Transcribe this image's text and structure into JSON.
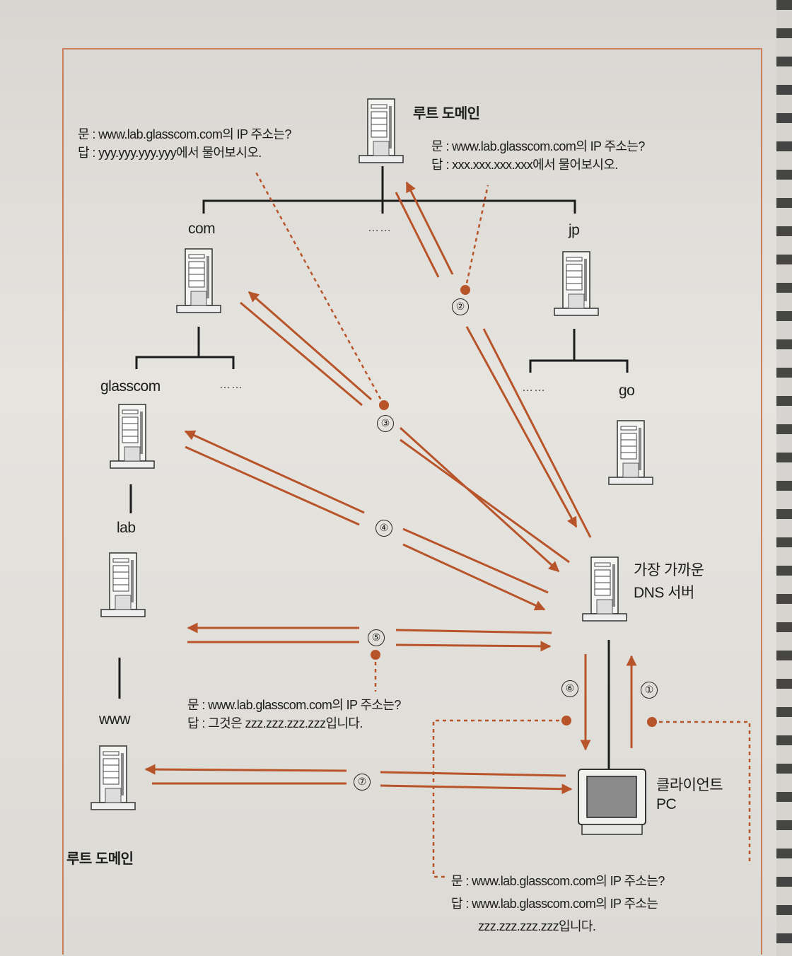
{
  "root_top": {
    "label": "루트 도메인"
  },
  "root_bottom": {
    "label": "루트 도메인"
  },
  "nodes": {
    "com": "com",
    "jp": "jp",
    "glasscom": "glasscom",
    "go": "go",
    "lab": "lab",
    "www": "www",
    "nearest_dns": [
      "가장 가까운",
      "DNS 서버"
    ],
    "client_pc": [
      "클라이언트",
      "PC"
    ],
    "ellipsis": "……"
  },
  "steps": [
    "①",
    "②",
    "③",
    "④",
    "⑤",
    "⑥",
    "⑦"
  ],
  "callouts": {
    "root_answer": [
      "문 : www.lab.glasscom.com의 IP 주소는?",
      "답 : xxx.xxx.xxx.xxx에서 물어보시오."
    ],
    "com_answer": [
      "문 : www.lab.glasscom.com의 IP 주소는?",
      "답 : yyy.yyy.yyy.yyy에서 물어보시오."
    ],
    "lab_answer": [
      "문 : www.lab.glasscom.com의 IP 주소는?",
      "답 : 그것은 zzz.zzz.zzz.zzz입니다."
    ],
    "client_answer": [
      "문 : www.lab.glasscom.com의 IP 주소는?",
      "답 : www.lab.glasscom.com의 IP 주소는",
      "zzz.zzz.zzz.zzz입니다."
    ]
  },
  "colors": {
    "arrow": "#b8542a",
    "frame": "#c97f5a",
    "line": "#1c1c1c"
  }
}
